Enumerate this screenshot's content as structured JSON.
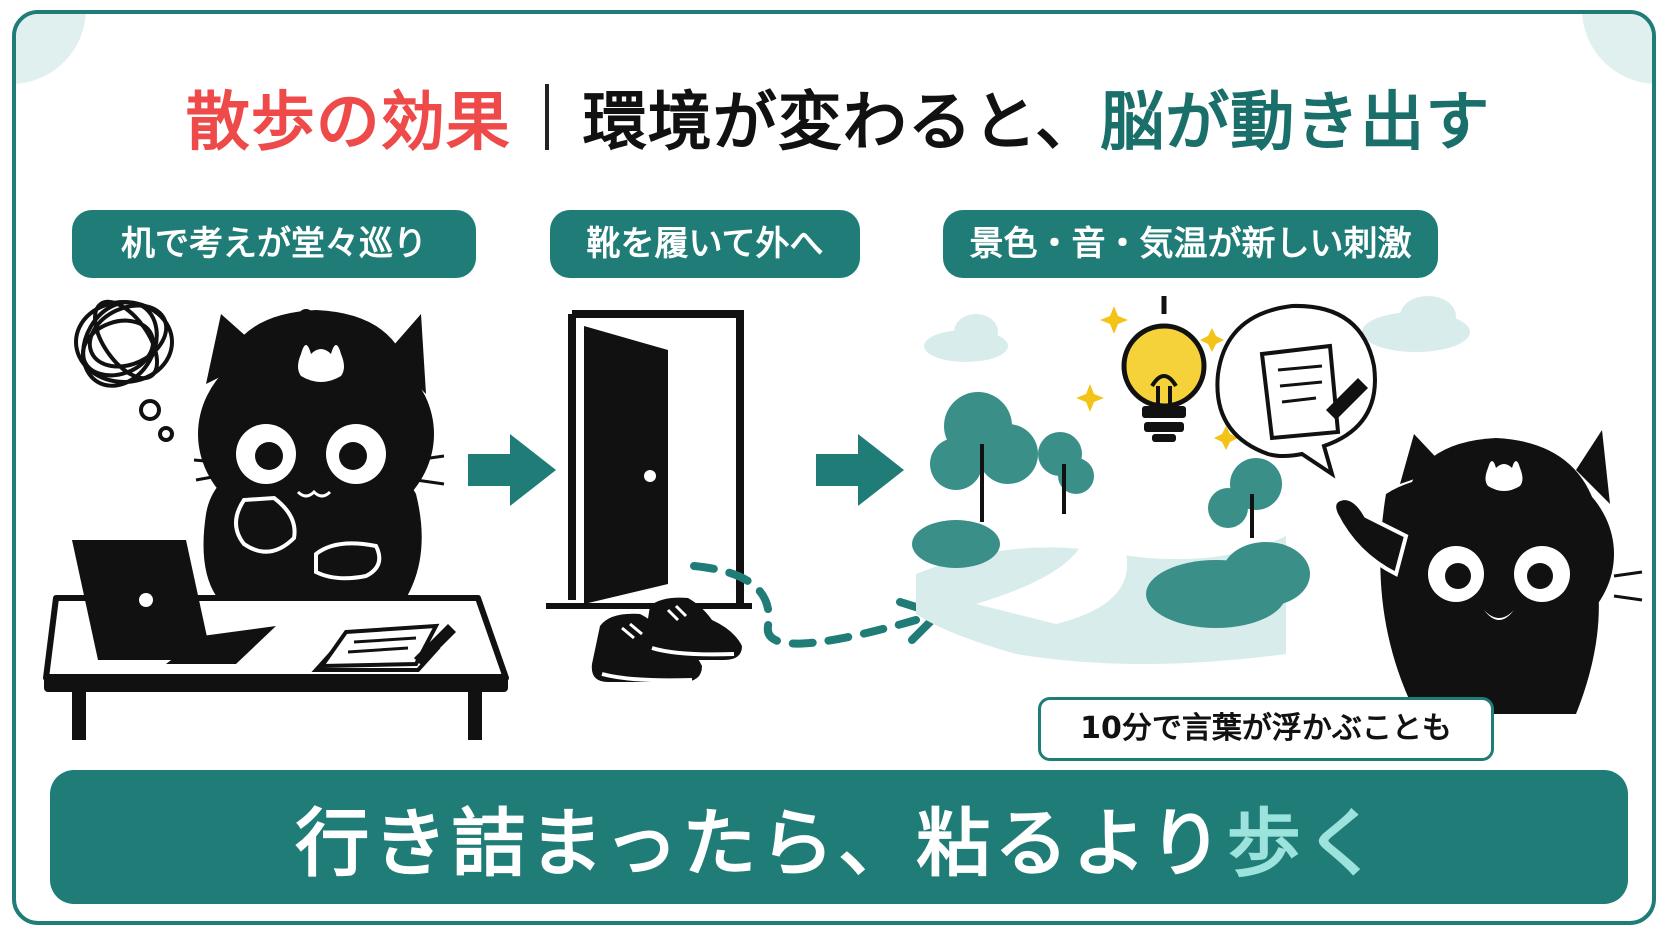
{
  "title": {
    "part1": "散歩の効果",
    "part2": "環境が変わると、",
    "part3": "脳が動き出す"
  },
  "steps": [
    {
      "label": "机で考えが堂々巡り"
    },
    {
      "label": "靴を履いて外へ"
    },
    {
      "label": "景色・音・気温が新しい刺激"
    }
  ],
  "badge": "10分で言葉が浮かぶことも",
  "banner": {
    "part1": "行き詰まったら、粘るより",
    "part2": "歩く"
  },
  "colors": {
    "accent_teal": "#1f7c76",
    "title_red": "#ef4a4a",
    "banner_highlight": "#9be3dc"
  }
}
